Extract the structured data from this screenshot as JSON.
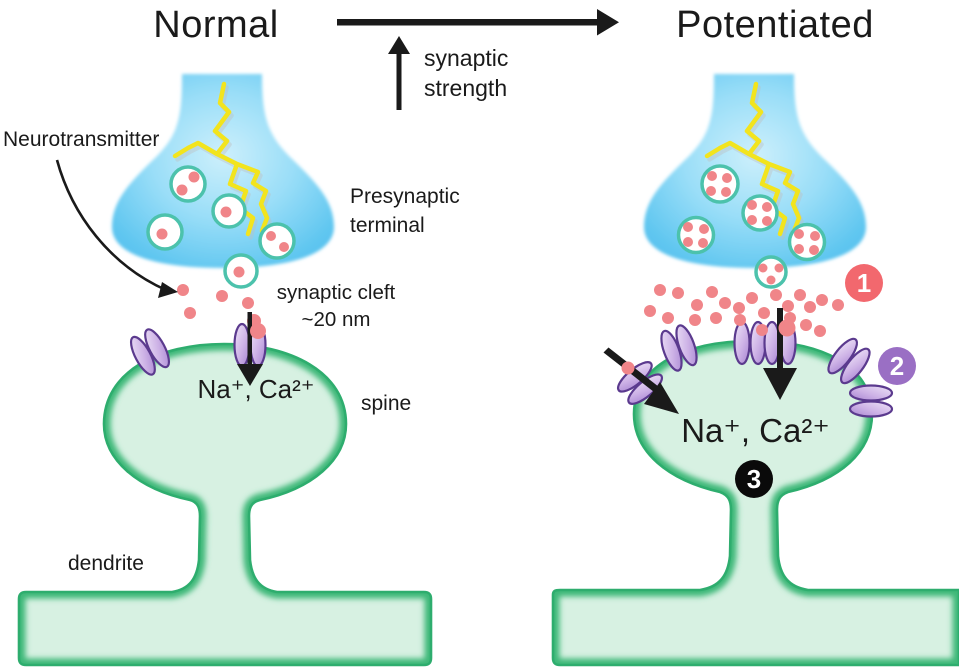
{
  "header": {
    "left_title": "Normal",
    "right_title": "Potentiated",
    "axis_label_line1": "synaptic",
    "axis_label_line2": "strength"
  },
  "labels": {
    "neurotransmitter": "Neurotransmitter",
    "presynaptic_line1": "Presynaptic",
    "presynaptic_line2": "terminal",
    "cleft_line1": "synaptic cleft",
    "cleft_line2": "~20 nm",
    "ions_left": "Na⁺, Ca²⁺",
    "ions_right": "Na⁺, Ca²⁺",
    "spine": "spine",
    "dendrite": "dendrite"
  },
  "badges": [
    {
      "number": "1",
      "color": "#f2686e"
    },
    {
      "number": "2",
      "color": "#9a6fc4"
    },
    {
      "number": "3",
      "color": "#0a0a0a"
    }
  ],
  "colors": {
    "terminal_blue_edge": "#55c0ee",
    "terminal_blue_core": "#c9edfb",
    "vesicle_ring": "#4cc2ac",
    "neurotransmitter_dot": "#f08589",
    "axon_yellow": "#f2e41e",
    "spine_fill": "#d7f1e2",
    "spine_edge": "#2ead6e",
    "receptor_fill": "#cdb2e6",
    "receptor_edge": "#5b3a8e",
    "arrow_black": "#1a1a1a",
    "text_color": "#1a1a1a"
  }
}
